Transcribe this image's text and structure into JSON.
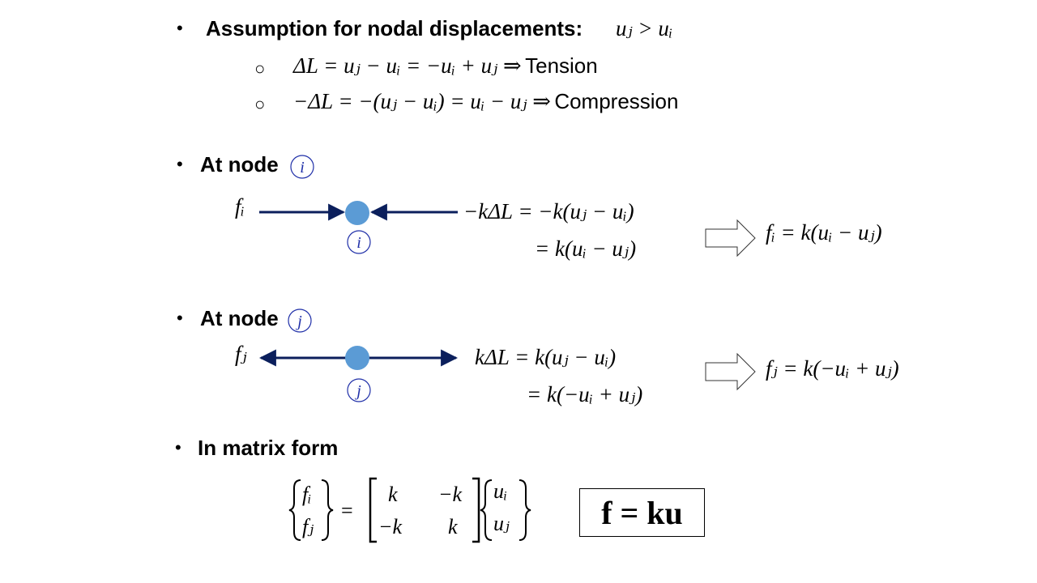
{
  "bullets": {
    "assumption": "Assumption for nodal displacements:",
    "node_i": "At node",
    "node_j": "At node",
    "matrix": "In matrix form"
  },
  "bullet_glyph": "•",
  "sub_bullet_glyph": "○",
  "assumption_eq": "uⱼ > uᵢ",
  "tension_eq": "ΔL = uⱼ − uᵢ = −uᵢ + uⱼ ⇒",
  "tension_word": "Tension",
  "compression_eq": "−ΔL = −(uⱼ − uᵢ) = uᵢ − uⱼ ⇒",
  "compression_word": "Compression",
  "node_i_label": "i",
  "node_j_label": "j",
  "node_i_force": "fᵢ",
  "node_j_force": "fⱼ",
  "node_i_eq1": "−kΔL = −k(uⱼ − uᵢ)",
  "node_i_eq2": "= k(uᵢ − uⱼ)",
  "node_i_result": "fᵢ = k(uᵢ − uⱼ)",
  "node_j_eq1": "kΔL = k(uⱼ − uᵢ)",
  "node_j_eq2": "= k(−uᵢ + uⱼ)",
  "node_j_result": "fⱼ = k(−uᵢ + uⱼ)",
  "matrix": {
    "lhs": [
      "fᵢ",
      "fⱼ"
    ],
    "k": [
      [
        "k",
        "−k"
      ],
      [
        "−k",
        "k"
      ]
    ],
    "rhs": [
      "uᵢ",
      "uⱼ"
    ],
    "equals": "="
  },
  "boxed_eq": "f = ku",
  "colors": {
    "node": "#5b9bd5",
    "arrow": "#0b1f5c",
    "label": "#1f2fa8"
  }
}
